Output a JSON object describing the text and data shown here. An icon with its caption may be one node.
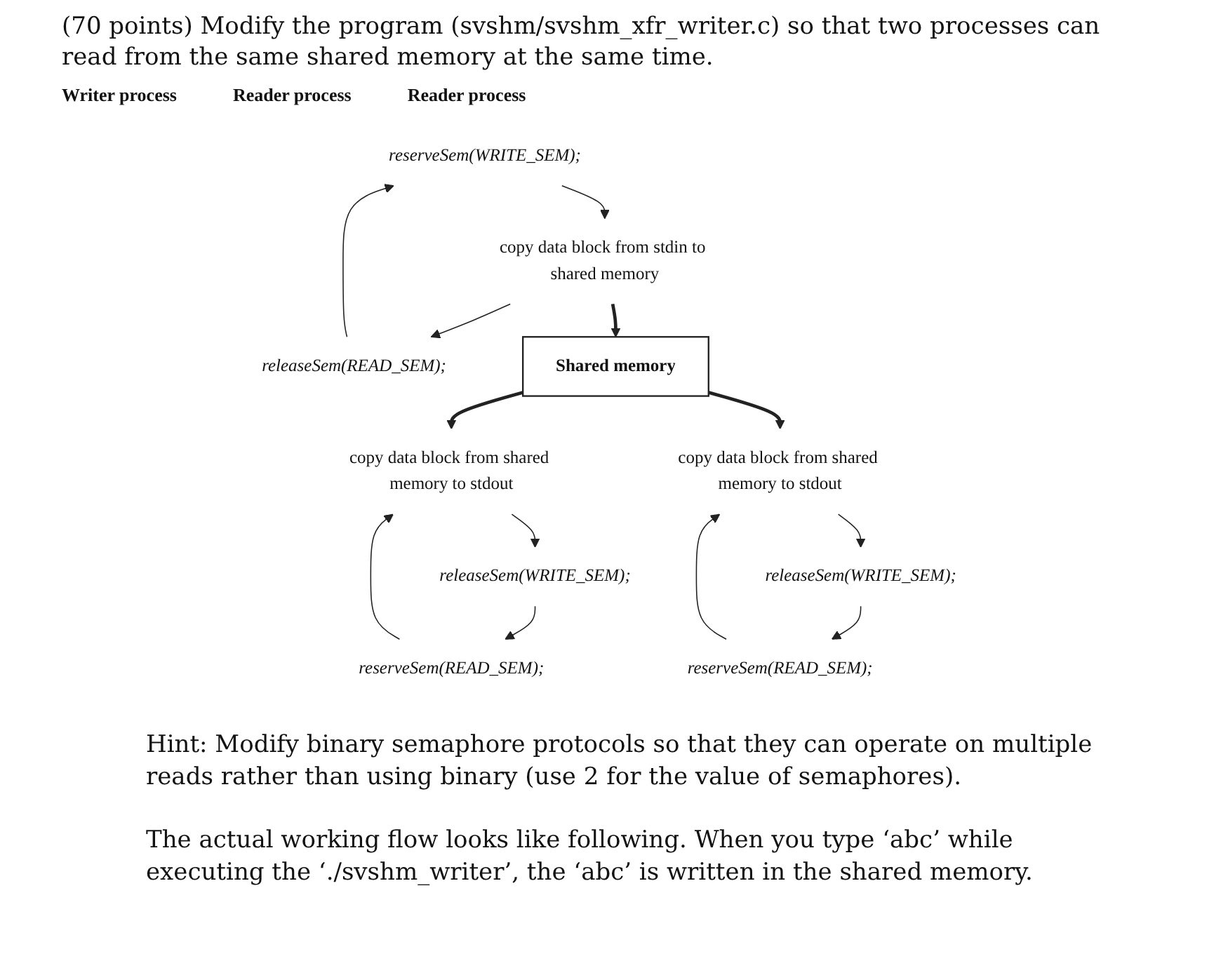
{
  "diagram": {
    "title": "(70 points) Modify the program (svshm/svshm_xfr_writer.c) so that two processes can read from the same shared memory at the same time.",
    "nodes": [
      {
        "text": [
          "reserveSem(WRITE_SEM);"
        ]
      },
      {
        "text": [
          "copy data block from stdin to shared memory"
        ]
      },
      {
        "text": [
          "releaseSem(READ_SEM);"
        ]
      },
      {
        "text": [
          "Shared memory"
        ]
      },
      {
        "text": [
          "reserveSem(READ_SEM);"
        ]
      },
      {
        "text": [
          "copy data block from shared memory to stdout"
        ]
      },
      {
        "text": [
          "releaseSem(WRITE_SEM);"
        ]
      },
      {
        "text": [
          "reserveSem(READ_SEM);"
        ]
      },
      {
        "text": [
          "copy data block from shared memory to stdout"
        ]
      },
      {
        "text": [
          "releaseSem(WRITE_SEM);"
        ]
      }
    ],
    "edges": [
      {
        "from": 0,
        "to": 1,
        "arrow": "to"
      },
      {
        "from": 1,
        "to": 2,
        "arrow": "to"
      },
      {
        "from": 2,
        "to": 0,
        "arrow": "to"
      },
      {
        "from": 1,
        "to": 3,
        "arrow": "to",
        "style": "thick"
      },
      {
        "from": 3,
        "to": 5,
        "arrow": "to",
        "style": "thick"
      },
      {
        "from": 3,
        "to": 8,
        "arrow": "to",
        "style": "thick"
      },
      {
        "from": 4,
        "to": 5,
        "arrow": "to"
      },
      {
        "from": 5,
        "to": 6,
        "arrow": "to"
      },
      {
        "from": 6,
        "to": 4,
        "arrow": "to"
      },
      {
        "from": 7,
        "to": 8,
        "arrow": "to"
      },
      {
        "from": 8,
        "to": 9,
        "arrow": "to"
      },
      {
        "from": 9,
        "to": 7,
        "arrow": "to"
      }
    ],
    "labels": [
      "Writer process",
      "Reader process",
      "Reader process",
      "Hint: Modify binary semaphore protocols so that they can operate on multiple reads rather than using binary (use 2 for the value of semaphores).",
      "The actual working flow looks like following. When you type ‘abc’ while executing the ‘./svshm_writer’, the ‘abc’ is written in the shared memory."
    ]
  }
}
